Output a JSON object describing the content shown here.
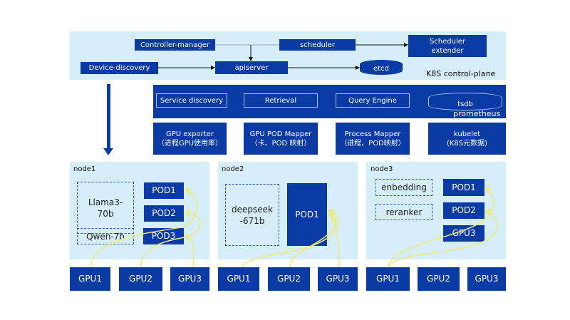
{
  "control_plane": {
    "label": "K8S control-plane",
    "controller_manager": "Controller-manager",
    "scheduler": "scheduler",
    "scheduler_extender": "Scheduler extender",
    "device_discovery": "Device-discovery",
    "apiserver": "apiserver",
    "etcd": "etcd"
  },
  "prometheus": {
    "label": "prometheus",
    "service_discovery": "Service discovery",
    "retrieval": "Retrieval",
    "query_engine": "Query Engine",
    "tsdb": "tsdb"
  },
  "exporters": [
    {
      "title": "GPU exporter",
      "sub": "（进程GPU使用率）"
    },
    {
      "title": "GPU POD Mapper",
      "sub": "（卡、POD 映射）"
    },
    {
      "title": "Process Mapper",
      "sub": "（进程、POD映射）"
    },
    {
      "title": "kubelet",
      "sub": "(K8S元数据)"
    }
  ],
  "nodes": [
    {
      "name": "node1",
      "models": [
        "Llama3-70b",
        "Qwen-7b"
      ],
      "pods": [
        "POD1",
        "POD2",
        "POD3"
      ],
      "gpus": [
        "GPU1",
        "GPU2",
        "GPU3"
      ]
    },
    {
      "name": "node2",
      "models": [
        "deepseek-671b"
      ],
      "pods": [
        "POD1"
      ],
      "gpus": [
        "GPU1",
        "GPU2",
        "GPU3"
      ]
    },
    {
      "name": "node3",
      "models": [
        "enbedding",
        "reranker"
      ],
      "pods": [
        "POD1",
        "POD2",
        "GPU3"
      ],
      "gpus": [
        "GPU1",
        "GPU2",
        "GPU3"
      ]
    }
  ],
  "colors": {
    "box": "#0a3aa3",
    "panel": "#d6edfa",
    "link": "#f0e87a"
  }
}
